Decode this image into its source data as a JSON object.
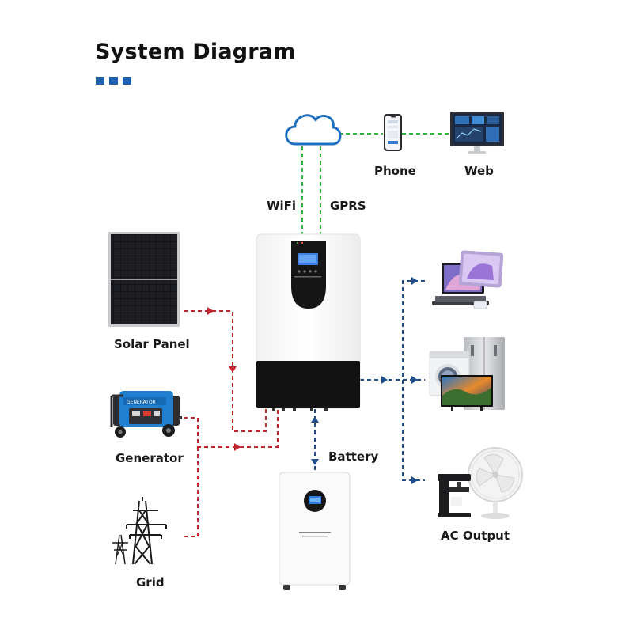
{
  "title": "System Diagram",
  "colors": {
    "accent": "#1f5fb0",
    "ac_line": "#1f4e8c",
    "dc_line": "#c0262d",
    "comm_line": "#2fb63a",
    "cloud": "#1e6fc0"
  },
  "labels": {
    "wifi": "WiFi",
    "gprs": "GPRS",
    "phone": "Phone",
    "web": "Web",
    "solar": "Solar Panel",
    "generator": "Generator",
    "grid": "Grid",
    "battery": "Battery",
    "ac_output": "AC Output"
  },
  "icons": [
    "cloud-icon",
    "phone-icon",
    "monitor-icon",
    "solar-panel-icon",
    "generator-icon",
    "pylon-icon",
    "inverter-icon",
    "battery-icon",
    "tablet-icon",
    "appliances-icon",
    "fan-coffee-icon"
  ]
}
